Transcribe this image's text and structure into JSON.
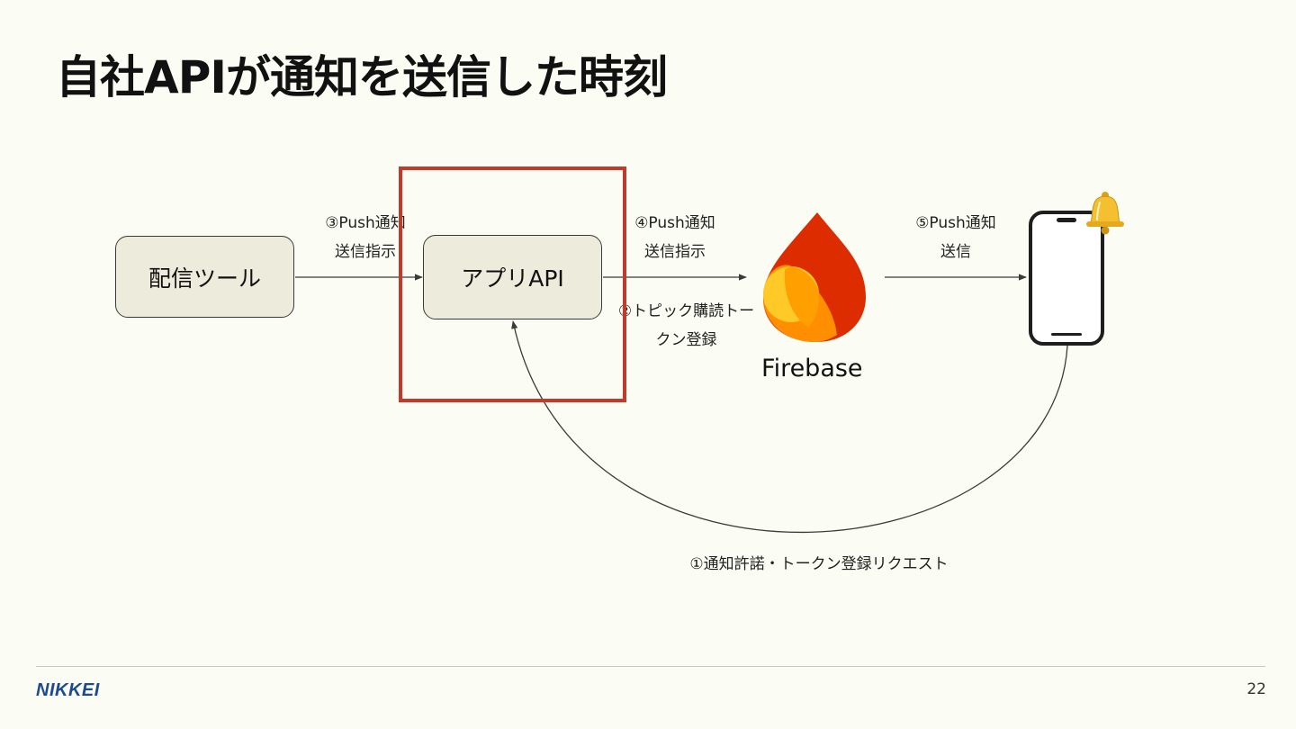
{
  "slide": {
    "title": "自社APIが通知を送信した時刻",
    "page_number": "22",
    "brand": "NIKKEI"
  },
  "nodes": {
    "delivery_tool": "配信ツール",
    "app_api": "アプリAPI",
    "firebase": "Firebase"
  },
  "edges": {
    "step3": "③Push通知\n送信指示",
    "step4": "④Push通知\n送信指示",
    "step2": "②トピック購読トー\nクン登録",
    "step5": "⑤Push通知\n送信",
    "step1": "①通知許諾・トークン登録リクエスト"
  },
  "colors": {
    "highlight": "#c23a2b",
    "node_fill": "#ecebdc",
    "background": "#fbfcf3",
    "brand": "#1d4a8e"
  },
  "icons": {
    "firebase": "firebase-flame-icon",
    "phone": "smartphone-icon",
    "bell": "bell-icon"
  }
}
